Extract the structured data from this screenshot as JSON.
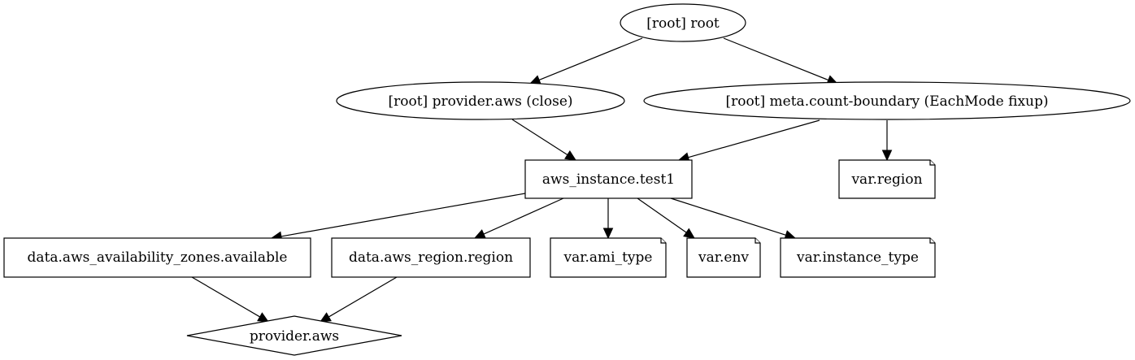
{
  "graph": {
    "nodes": [
      {
        "id": "root",
        "label": "[root] root",
        "shape": "ellipse"
      },
      {
        "id": "provider_close",
        "label": "[root] provider.aws (close)",
        "shape": "ellipse"
      },
      {
        "id": "meta_boundary",
        "label": "[root] meta.count-boundary (EachMode fixup)",
        "shape": "ellipse"
      },
      {
        "id": "aws_instance",
        "label": "aws_instance.test1",
        "shape": "box"
      },
      {
        "id": "var_region",
        "label": "var.region",
        "shape": "note"
      },
      {
        "id": "data_az",
        "label": "data.aws_availability_zones.available",
        "shape": "box"
      },
      {
        "id": "data_region",
        "label": "data.aws_region.region",
        "shape": "box"
      },
      {
        "id": "var_ami",
        "label": "var.ami_type",
        "shape": "note"
      },
      {
        "id": "var_env",
        "label": "var.env",
        "shape": "note"
      },
      {
        "id": "var_instance_type",
        "label": "var.instance_type",
        "shape": "note"
      },
      {
        "id": "provider_aws",
        "label": "provider.aws",
        "shape": "diamond"
      }
    ],
    "edges": [
      {
        "from": "root",
        "to": "provider_close"
      },
      {
        "from": "root",
        "to": "meta_boundary"
      },
      {
        "from": "provider_close",
        "to": "aws_instance"
      },
      {
        "from": "meta_boundary",
        "to": "aws_instance"
      },
      {
        "from": "meta_boundary",
        "to": "var_region"
      },
      {
        "from": "aws_instance",
        "to": "data_az"
      },
      {
        "from": "aws_instance",
        "to": "data_region"
      },
      {
        "from": "aws_instance",
        "to": "var_ami"
      },
      {
        "from": "aws_instance",
        "to": "var_env"
      },
      {
        "from": "aws_instance",
        "to": "var_instance_type"
      },
      {
        "from": "data_az",
        "to": "provider_aws"
      },
      {
        "from": "data_region",
        "to": "provider_aws"
      }
    ]
  }
}
